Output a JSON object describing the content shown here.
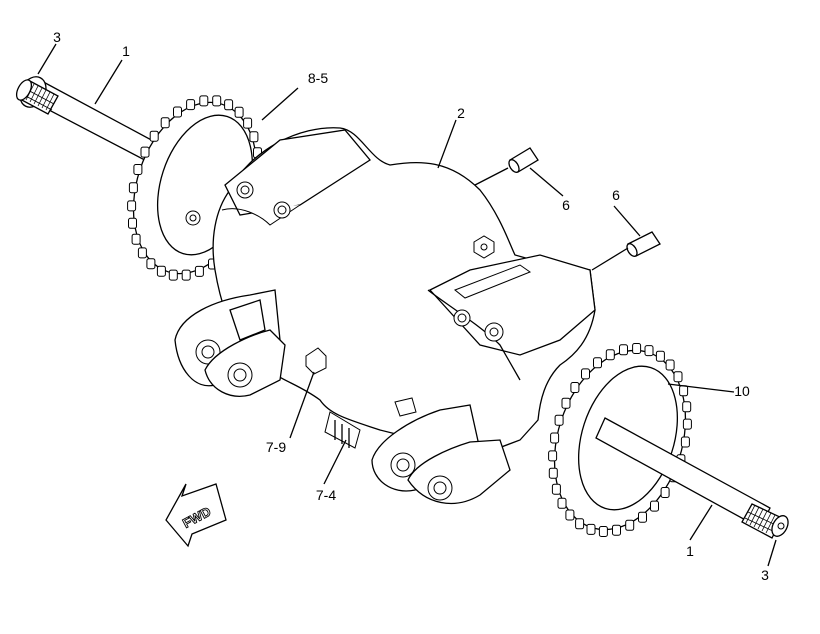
{
  "colors": {
    "ink": "#000000",
    "paper": "#ffffff"
  },
  "direction_arrow": {
    "label": "FWD",
    "icon": "forward-arrow-icon"
  },
  "callouts": {
    "c1": "3",
    "c2": "1",
    "c3": "8-5",
    "c4": "2",
    "c5": "6",
    "c6": "6",
    "c7": "10",
    "c8": "7-9",
    "c9": "7-4",
    "c10": "1",
    "c11": "3"
  }
}
